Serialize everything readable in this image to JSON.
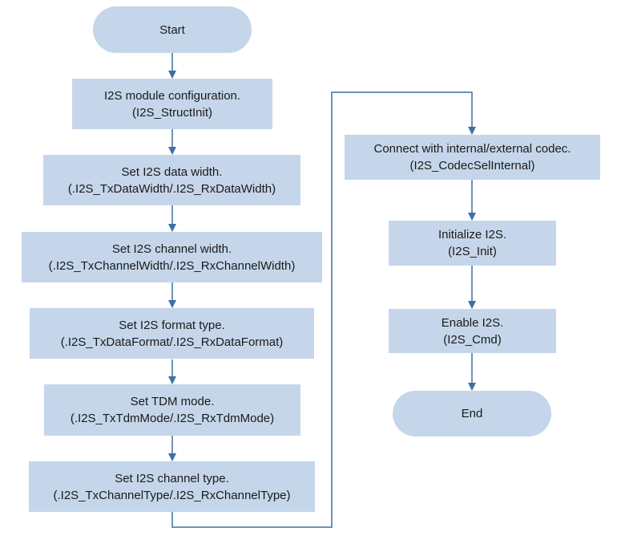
{
  "flowchart": {
    "start": "Start",
    "end": "End",
    "steps_left": [
      {
        "title": "I2S module configuration.",
        "api": "(I2S_StructInit)"
      },
      {
        "title": "Set I2S data width.",
        "api": "(.I2S_TxDataWidth/.I2S_RxDataWidth)"
      },
      {
        "title": "Set I2S channel width.",
        "api": "(.I2S_TxChannelWidth/.I2S_RxChannelWidth)"
      },
      {
        "title": "Set I2S format type.",
        "api": "(.I2S_TxDataFormat/.I2S_RxDataFormat)"
      },
      {
        "title": "Set TDM mode.",
        "api": "(.I2S_TxTdmMode/.I2S_RxTdmMode)"
      },
      {
        "title": "Set I2S channel type.",
        "api": "(.I2S_TxChannelType/.I2S_RxChannelType)"
      }
    ],
    "steps_right": [
      {
        "title": "Connect with internal/external codec.",
        "api": "(I2S_CodecSelInternal)"
      },
      {
        "title": "Initialize I2S.",
        "api": "(I2S_Init)"
      },
      {
        "title": "Enable I2S.",
        "api": "(I2S_Cmd)"
      }
    ]
  },
  "colors": {
    "node_fill": "#c5d6ea",
    "connector": "#3f6fa6",
    "text": "#1a1a1a"
  }
}
